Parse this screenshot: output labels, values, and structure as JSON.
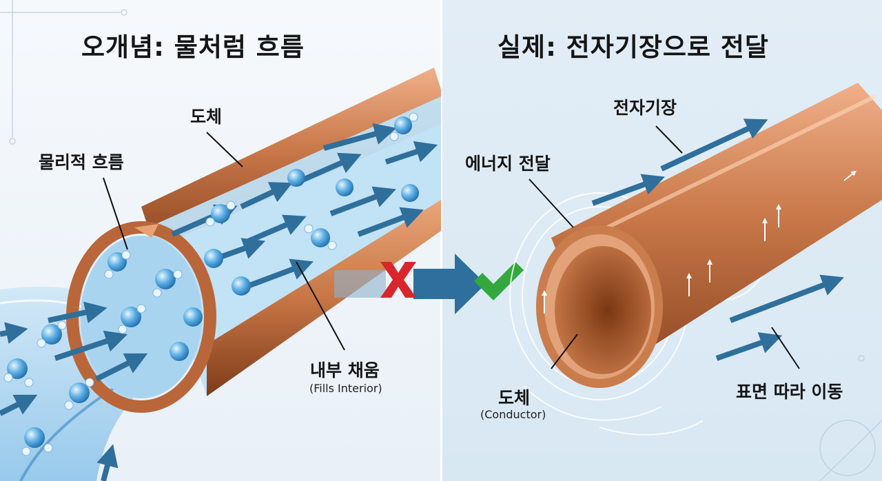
{
  "left": {
    "title": "오개념: 물처럼 흐름",
    "conductor_label": "도체",
    "flow_label": "물리적 흐름",
    "fill_label": "내부 채움",
    "fill_label_en": "(Fills Interior)"
  },
  "right": {
    "title": "실제: 전자기장으로 전달",
    "field_label": "전자기장",
    "energy_label": "에너지 전달",
    "conductor_label": "도체",
    "conductor_label_en": "(Conductor)",
    "surface_label": "표면 따라 이동"
  },
  "center": {
    "wrong_mark": "cross-icon",
    "right_mark": "check-icon"
  },
  "colors": {
    "copper": "#c9794a",
    "copper_dark": "#9c4f25",
    "water": "#6fb5e4",
    "arrow": "#2f6f9c",
    "cross": "#d8262c",
    "check": "#34a83e"
  }
}
